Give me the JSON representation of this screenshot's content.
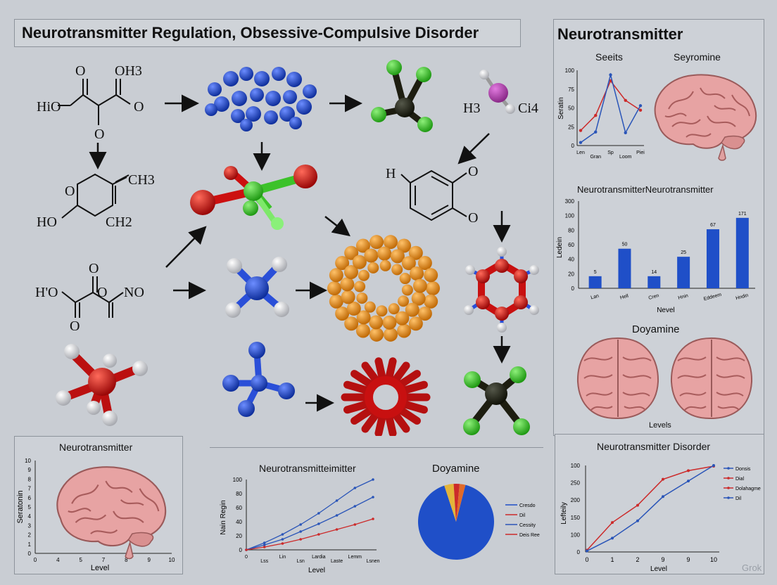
{
  "header": {
    "title": "Neurotransmitter Regulation, Obsessive-Compulsive Disorder",
    "right_title": "Neurotransmitter"
  },
  "chem_labels": {
    "mol1_o_top": "O",
    "mol1_oh3": "OH3",
    "mol1_hio": "HiO",
    "mol1_o_right": "O",
    "mol1_o_bottom": "O",
    "mol2_o": "O",
    "mol2_ch3": "CH3",
    "mol2_ho": "HO",
    "mol2_ch2": "CH2",
    "mol3_ho": "H'O",
    "mol3_o1": "O",
    "mol3_o2": "O",
    "mol3_no": "NO",
    "mol3_o3": "O",
    "h3ci_h3": "H3",
    "h3ci_ci": "Ci4",
    "benz_h": "H",
    "benz_o1": "O",
    "benz_o2": "O"
  },
  "colors": {
    "blue": "#1f4fc8",
    "red": "#d01515",
    "green": "#3cc22a",
    "orange": "#f0951c",
    "brain": "#e8a0a0",
    "line_blue": "#2a55b8",
    "line_red": "#cc2a2a"
  },
  "icons": {
    "brain": "brain-icon",
    "arrow": "arrow-icon"
  },
  "chart_data": [
    {
      "id": "top-right-line",
      "type": "line",
      "title": "Seeits",
      "ylabel": "Seratin",
      "yticks": [
        "0",
        "25",
        "50",
        "75",
        "100"
      ],
      "categories": [
        "Len",
        "Gran",
        "Sp",
        "Loom",
        "Piei"
      ],
      "ylim": [
        0,
        100
      ],
      "series": [
        {
          "color": "#cc2a2a",
          "values": [
            20,
            40,
            86,
            60,
            47
          ]
        },
        {
          "color": "#2a55b8",
          "values": [
            4,
            18,
            94,
            17,
            53
          ]
        }
      ]
    },
    {
      "id": "top-right-brain-label",
      "type": "table",
      "title": "Seyromine"
    },
    {
      "id": "middle-right-bar",
      "type": "bar",
      "title": "NeurotransmitterNeurotransmitter",
      "ylabel": "Ledein",
      "xlabel": "Nevel",
      "yticks": [
        "0",
        "20",
        "40",
        "60",
        "80",
        "100",
        "300"
      ],
      "ylim": [
        0,
        130
      ],
      "categories": [
        "Lan",
        "Hell",
        "Cren",
        "Hnin",
        "Eddeem",
        "Hndin"
      ],
      "values": [
        18,
        59,
        18,
        47,
        88,
        105
      ],
      "data_labels": [
        "5",
        "50",
        "14",
        "25",
        "67",
        "171"
      ]
    },
    {
      "id": "right-brains",
      "type": "table",
      "title": "Doyamine",
      "xlabel": "Levels"
    },
    {
      "id": "bottom-left-brain",
      "type": "table",
      "title": "Neurotransmitter",
      "ylabel": "Seratonin",
      "xlabel": "Level",
      "yticks": [
        "0",
        "1",
        "2",
        "3",
        "4",
        "5",
        "6",
        "7",
        "8",
        "9",
        "10"
      ],
      "xticks": [
        "0",
        "4",
        "5",
        "7",
        "8",
        "9",
        "10"
      ]
    },
    {
      "id": "bottom-middle-line",
      "type": "line",
      "title": "Neurotransmitteimitter",
      "ylabel": "Nain Regin",
      "xlabel": "Level",
      "yticks": [
        "0",
        "20",
        "40",
        "60",
        "80",
        "100"
      ],
      "categories": [
        "0",
        "Lss",
        "Lin",
        "Lsn",
        "Lardia",
        "Laste",
        "Lemm",
        "Lsnen"
      ],
      "ylim": [
        0,
        100
      ],
      "series": [
        {
          "color": "#2a55b8",
          "values": [
            0,
            10,
            22,
            36,
            52,
            70,
            88,
            100
          ]
        },
        {
          "color": "#2a55b8",
          "values": [
            0,
            7,
            15,
            26,
            37,
            49,
            62,
            75
          ]
        },
        {
          "color": "#cc2a2a",
          "values": [
            0,
            4,
            9,
            15,
            22,
            29,
            36,
            44
          ]
        }
      ]
    },
    {
      "id": "bottom-pie",
      "type": "pie",
      "title": "Doyamine",
      "slices": [
        {
          "value": 91,
          "color": "#1f4fc8"
        },
        {
          "value": 4,
          "color": "#e3b43a"
        },
        {
          "value": 2.5,
          "color": "#cc2a2a"
        },
        {
          "value": 2.5,
          "color": "#e06a2a"
        }
      ],
      "legend": [
        {
          "label": "Cresdo",
          "color": "#1f4fc8"
        },
        {
          "label": "Dil",
          "color": "#cc2a2a"
        },
        {
          "label": "Cessity",
          "color": "#2a55b8"
        },
        {
          "label": "Deis Ree",
          "color": "#cc2a2a"
        }
      ]
    },
    {
      "id": "bottom-right-line",
      "type": "line",
      "title": "Neurotransmitter Disorder",
      "ylabel": "Lefteily",
      "xlabel": "Level",
      "yticks": [
        "0",
        "100",
        "150",
        "200",
        "250",
        "100"
      ],
      "xticks": [
        "0",
        "1",
        "2",
        "9",
        "9",
        "10"
      ],
      "ylim": [
        0,
        250
      ],
      "series": [
        {
          "color": "#cc2a2a",
          "values": [
            5,
            85,
            135,
            210,
            235,
            248
          ]
        },
        {
          "color": "#2a55b8",
          "values": [
            3,
            40,
            90,
            160,
            205,
            250
          ]
        }
      ],
      "legend": [
        {
          "label": "Donsis",
          "color": "#2a55b8"
        },
        {
          "label": "Dial",
          "color": "#cc2a2a"
        },
        {
          "label": "Dolahagme",
          "color": "#cc2a2a"
        },
        {
          "label": "Dil",
          "color": "#2a55b8"
        }
      ]
    }
  ],
  "watermark": "Grok"
}
